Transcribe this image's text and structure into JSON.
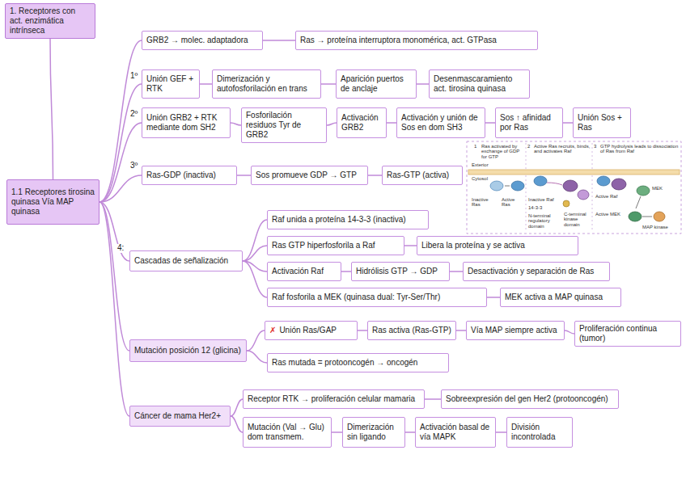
{
  "diagram": {
    "nodes": [
      {
        "text": [
          "1. Receptores con act. enzimática intrínseca"
        ]
      },
      {
        "text": [
          "1.1 Receptores tirosina quinasa Vía MAP quinasa"
        ]
      },
      {
        "text": [
          "GRB2 → molec. adaptadora"
        ]
      },
      {
        "text": [
          "Ras → proteína interruptora monomérica, act. GTPasa"
        ]
      },
      {
        "text": [
          "Unión GEF + RTK"
        ]
      },
      {
        "text": [
          "Dimerización y autofosforilación en trans"
        ]
      },
      {
        "text": [
          "Aparición puertos de anclaje"
        ]
      },
      {
        "text": [
          "Desenmascaramiento act. tirosina quinasa"
        ]
      },
      {
        "text": [
          "Unión GRB2 + RTK mediante dom SH2"
        ]
      },
      {
        "text": [
          "Fosforilación residuos Tyr de GRB2"
        ]
      },
      {
        "text": [
          "Activación GRB2"
        ]
      },
      {
        "text": [
          "Activación y unión de Sos en dom SH3"
        ]
      },
      {
        "text": [
          "Sos ↑ afinidad por Ras"
        ]
      },
      {
        "text": [
          "Unión Sos + Ras"
        ]
      },
      {
        "text": [
          "Ras-GDP (inactiva)"
        ]
      },
      {
        "text": [
          "Sos promueve GDP → GTP"
        ]
      },
      {
        "text": [
          "Ras-GTP (activa)"
        ]
      },
      {
        "text": [
          "Cascadas de señalización"
        ]
      },
      {
        "text": [
          "Raf unida a proteína 14-3-3 (inactiva)"
        ]
      },
      {
        "text": [
          "Ras GTP hiperfosforila a Raf"
        ]
      },
      {
        "text": [
          "Libera la proteína y se activa"
        ]
      },
      {
        "text": [
          "Activación Raf"
        ]
      },
      {
        "text": [
          "Hidrólisis GTP → GDP"
        ]
      },
      {
        "text": [
          "Desactivación y separación de Ras"
        ]
      },
      {
        "text": [
          "Raf fosforila a MEK (quinasa dual: Tyr-Ser/Thr)"
        ]
      },
      {
        "text": [
          "MEK activa a MAP quinasa"
        ]
      },
      {
        "text": [
          "Mutación posición 12 (glicina)"
        ]
      },
      {
        "text": [
          "✗",
          "Unión Ras/GAP"
        ]
      },
      {
        "text": [
          "Ras activa (Ras-GTP)"
        ]
      },
      {
        "text": [
          "Vía MAP siempre activa"
        ]
      },
      {
        "text": [
          "Proliferación continua (tumor)"
        ]
      },
      {
        "text": [
          "Ras mutada = protooncogén → oncogén"
        ]
      },
      {
        "text": [
          "Cáncer de mama Her2+"
        ]
      },
      {
        "text": [
          "Receptor RTK → proliferación celular mamaria"
        ]
      },
      {
        "text": [
          "Sobreexpresión del gen Her2 (protooncogén)"
        ]
      },
      {
        "text": [
          "Mutación (Val → Glu) dom transmem."
        ]
      },
      {
        "text": [
          "Dimerización sin ligando"
        ]
      },
      {
        "text": [
          "Activación basal de vía MAPK"
        ]
      },
      {
        "text": [
          "División incontrolada"
        ]
      }
    ],
    "edges": [
      {
        "from": 0,
        "to": 1,
        "arrow": "none"
      },
      {
        "from": 1,
        "to": 2,
        "arrow": "none"
      },
      {
        "from": 2,
        "to": 3,
        "arrow": "none"
      },
      {
        "from": 1,
        "to": 4,
        "arrow": "none"
      },
      {
        "from": 4,
        "to": 5,
        "arrow": "none"
      },
      {
        "from": 5,
        "to": 6,
        "arrow": "none"
      },
      {
        "from": 6,
        "to": 7,
        "arrow": "none"
      },
      {
        "from": 1,
        "to": 8,
        "arrow": "none"
      },
      {
        "from": 8,
        "to": 9,
        "arrow": "none"
      },
      {
        "from": 9,
        "to": 10,
        "arrow": "none"
      },
      {
        "from": 10,
        "to": 11,
        "arrow": "none"
      },
      {
        "from": 11,
        "to": 12,
        "arrow": "none"
      },
      {
        "from": 12,
        "to": 13,
        "arrow": "none"
      },
      {
        "from": 1,
        "to": 14,
        "arrow": "none"
      },
      {
        "from": 14,
        "to": 15,
        "arrow": "none"
      },
      {
        "from": 15,
        "to": 16,
        "arrow": "none"
      },
      {
        "from": 1,
        "to": 17,
        "arrow": "none"
      },
      {
        "from": 17,
        "to": 18,
        "arrow": "none"
      },
      {
        "from": 17,
        "to": 19,
        "arrow": "none"
      },
      {
        "from": 19,
        "to": 20,
        "arrow": "none"
      },
      {
        "from": 17,
        "to": 21,
        "arrow": "none"
      },
      {
        "from": 21,
        "to": 22,
        "arrow": "none"
      },
      {
        "from": 22,
        "to": 23,
        "arrow": "none"
      },
      {
        "from": 17,
        "to": 24,
        "arrow": "none"
      },
      {
        "from": 24,
        "to": 25,
        "arrow": "none"
      },
      {
        "from": 1,
        "to": 26,
        "arrow": "none"
      },
      {
        "from": 26,
        "to": 27,
        "arrow": "none"
      },
      {
        "from": 27,
        "to": 28,
        "arrow": "none"
      },
      {
        "from": 28,
        "to": 29,
        "arrow": "none"
      },
      {
        "from": 29,
        "to": 30,
        "arrow": "none"
      },
      {
        "from": 26,
        "to": 31,
        "arrow": "none"
      },
      {
        "from": 1,
        "to": 32,
        "arrow": "none"
      },
      {
        "from": 32,
        "to": 33,
        "arrow": "none"
      },
      {
        "from": 33,
        "to": 34,
        "arrow": "none"
      },
      {
        "from": 32,
        "to": 35,
        "arrow": "none"
      },
      {
        "from": 35,
        "to": 36,
        "arrow": "none"
      },
      {
        "from": 36,
        "to": 37,
        "arrow": "none"
      },
      {
        "from": 37,
        "to": 38,
        "arrow": "none"
      }
    ],
    "labels": [
      "1º",
      "2º",
      "3º",
      "4:",
      "1",
      "Ras activated by exchange of GDP for GTP",
      "2",
      "Active Ras recruits, binds, and activates Raf",
      "3",
      "GTP hydrolysis leads to dissociation of Ras from Raf",
      "Exterior",
      "Cytosol",
      "Inactive Ras",
      "Active Ras",
      "Inactive Raf",
      "14-3-3",
      "N-terminal regulatory domain",
      "C-terminal kinase domain",
      "Active Raf",
      "MEK",
      "Active MEK",
      "MAP kinase"
    ]
  }
}
